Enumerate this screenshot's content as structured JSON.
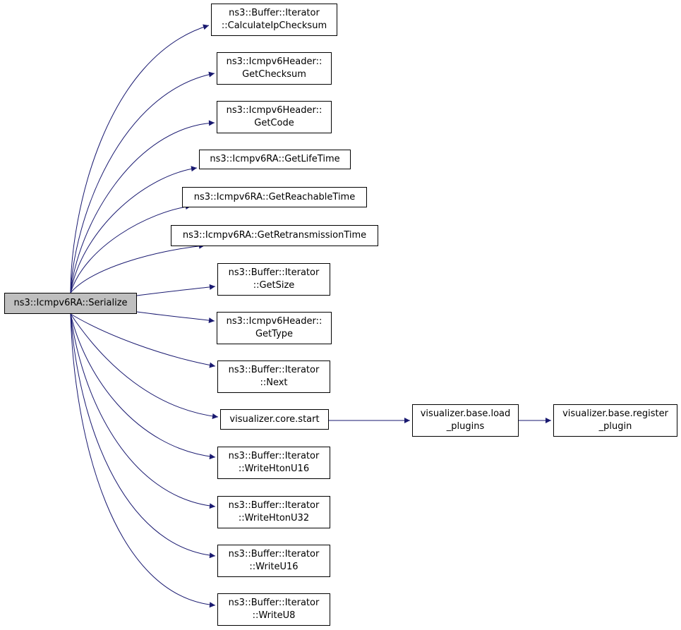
{
  "diagram": {
    "title": "",
    "edge_color": "#191970",
    "root_fill": "#bfbfbf",
    "root": {
      "id": "serialize",
      "lines": [
        "ns3::Icmpv6RA::Serialize"
      ]
    },
    "callees": [
      {
        "id": "calc-ip-checksum",
        "lines": [
          "ns3::Buffer::Iterator",
          "::CalculateIpChecksum"
        ]
      },
      {
        "id": "get-checksum",
        "lines": [
          "ns3::Icmpv6Header::",
          "GetChecksum"
        ]
      },
      {
        "id": "get-code",
        "lines": [
          "ns3::Icmpv6Header::",
          "GetCode"
        ]
      },
      {
        "id": "get-life-time",
        "lines": [
          "ns3::Icmpv6RA::GetLifeTime"
        ]
      },
      {
        "id": "get-reachable-time",
        "lines": [
          "ns3::Icmpv6RA::GetReachableTime"
        ]
      },
      {
        "id": "get-retransmission-time",
        "lines": [
          "ns3::Icmpv6RA::GetRetransmissionTime"
        ]
      },
      {
        "id": "get-size",
        "lines": [
          "ns3::Buffer::Iterator",
          "::GetSize"
        ]
      },
      {
        "id": "get-type",
        "lines": [
          "ns3::Icmpv6Header::",
          "GetType"
        ]
      },
      {
        "id": "next",
        "lines": [
          "ns3::Buffer::Iterator",
          "::Next"
        ]
      },
      {
        "id": "visualizer-core-start",
        "lines": [
          "visualizer.core.start"
        ]
      },
      {
        "id": "write-hton-u16",
        "lines": [
          "ns3::Buffer::Iterator",
          "::WriteHtonU16"
        ]
      },
      {
        "id": "write-hton-u32",
        "lines": [
          "ns3::Buffer::Iterator",
          "::WriteHtonU32"
        ]
      },
      {
        "id": "write-u16",
        "lines": [
          "ns3::Buffer::Iterator",
          "::WriteU16"
        ]
      },
      {
        "id": "write-u8",
        "lines": [
          "ns3::Buffer::Iterator",
          "::WriteU8"
        ]
      }
    ],
    "chain": [
      {
        "id": "load-plugins",
        "lines": [
          "visualizer.base.load",
          "_plugins"
        ]
      },
      {
        "id": "register-plugin",
        "lines": [
          "visualizer.base.register",
          "_plugin"
        ]
      }
    ]
  }
}
